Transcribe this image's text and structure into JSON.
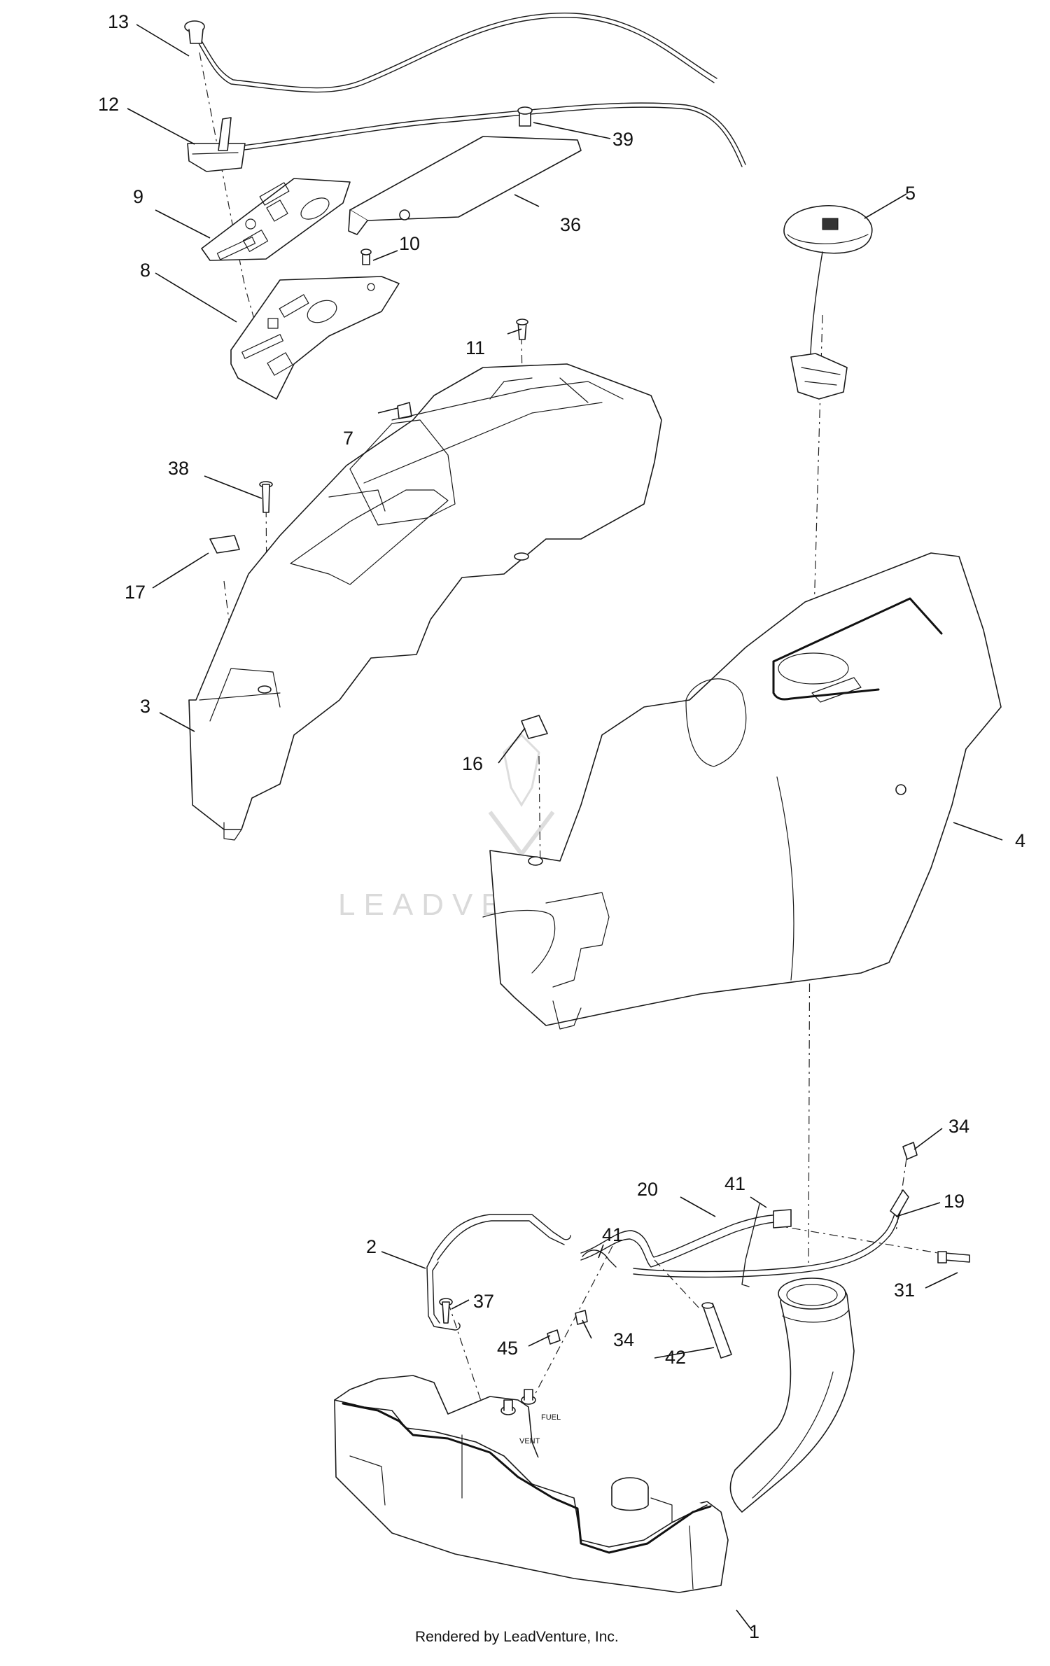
{
  "watermark": {
    "brand": "LEADVENTURE"
  },
  "footer": {
    "credit": "Rendered by LeadVenture, Inc."
  },
  "callouts": {
    "c1": "1",
    "c2": "2",
    "c3": "3",
    "c4": "4",
    "c5": "5",
    "c7": "7",
    "c8": "8",
    "c9": "9",
    "c10": "10",
    "c11": "11",
    "c12": "12",
    "c13": "13",
    "c16": "16",
    "c17": "17",
    "c19": "19",
    "c20": "20",
    "c31": "31",
    "c34a": "34",
    "c34b": "34",
    "c36": "36",
    "c37": "37",
    "c38": "38",
    "c39": "39",
    "c41a": "41",
    "c41b": "41",
    "c42": "42",
    "c45": "45"
  },
  "tank_labels": {
    "fuel": "FUEL",
    "vent": "VENT"
  }
}
